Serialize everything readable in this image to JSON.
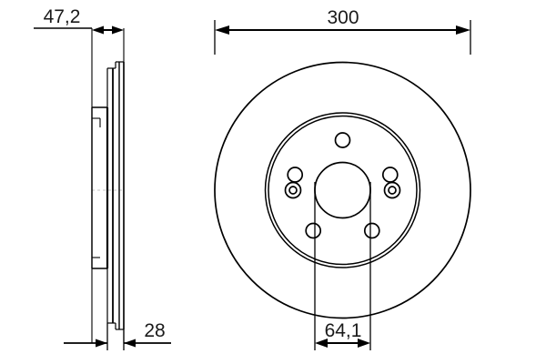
{
  "drawing": {
    "type": "engineering-dimension-drawing",
    "subject": "brake-disc",
    "views": [
      {
        "name": "side-section-view",
        "label": "side profile cross-section"
      },
      {
        "name": "front-face-view",
        "label": "front circular face"
      }
    ],
    "line_color": "#000000",
    "background_color": "#ffffff",
    "text_color": "#1a1a1a"
  },
  "dimensions": {
    "overall_height": "47,2",
    "thickness": "28",
    "outer_diameter": "300",
    "center_bore_diameter": "64,1"
  },
  "side_view": {
    "height_dimension_label": "47,2",
    "thickness_dimension_label": "28"
  },
  "front_view": {
    "diameter_dimension_label": "300",
    "bore_dimension_label": "64,1",
    "bolt_hole_count": 5,
    "pilot_hole_count": 2
  }
}
